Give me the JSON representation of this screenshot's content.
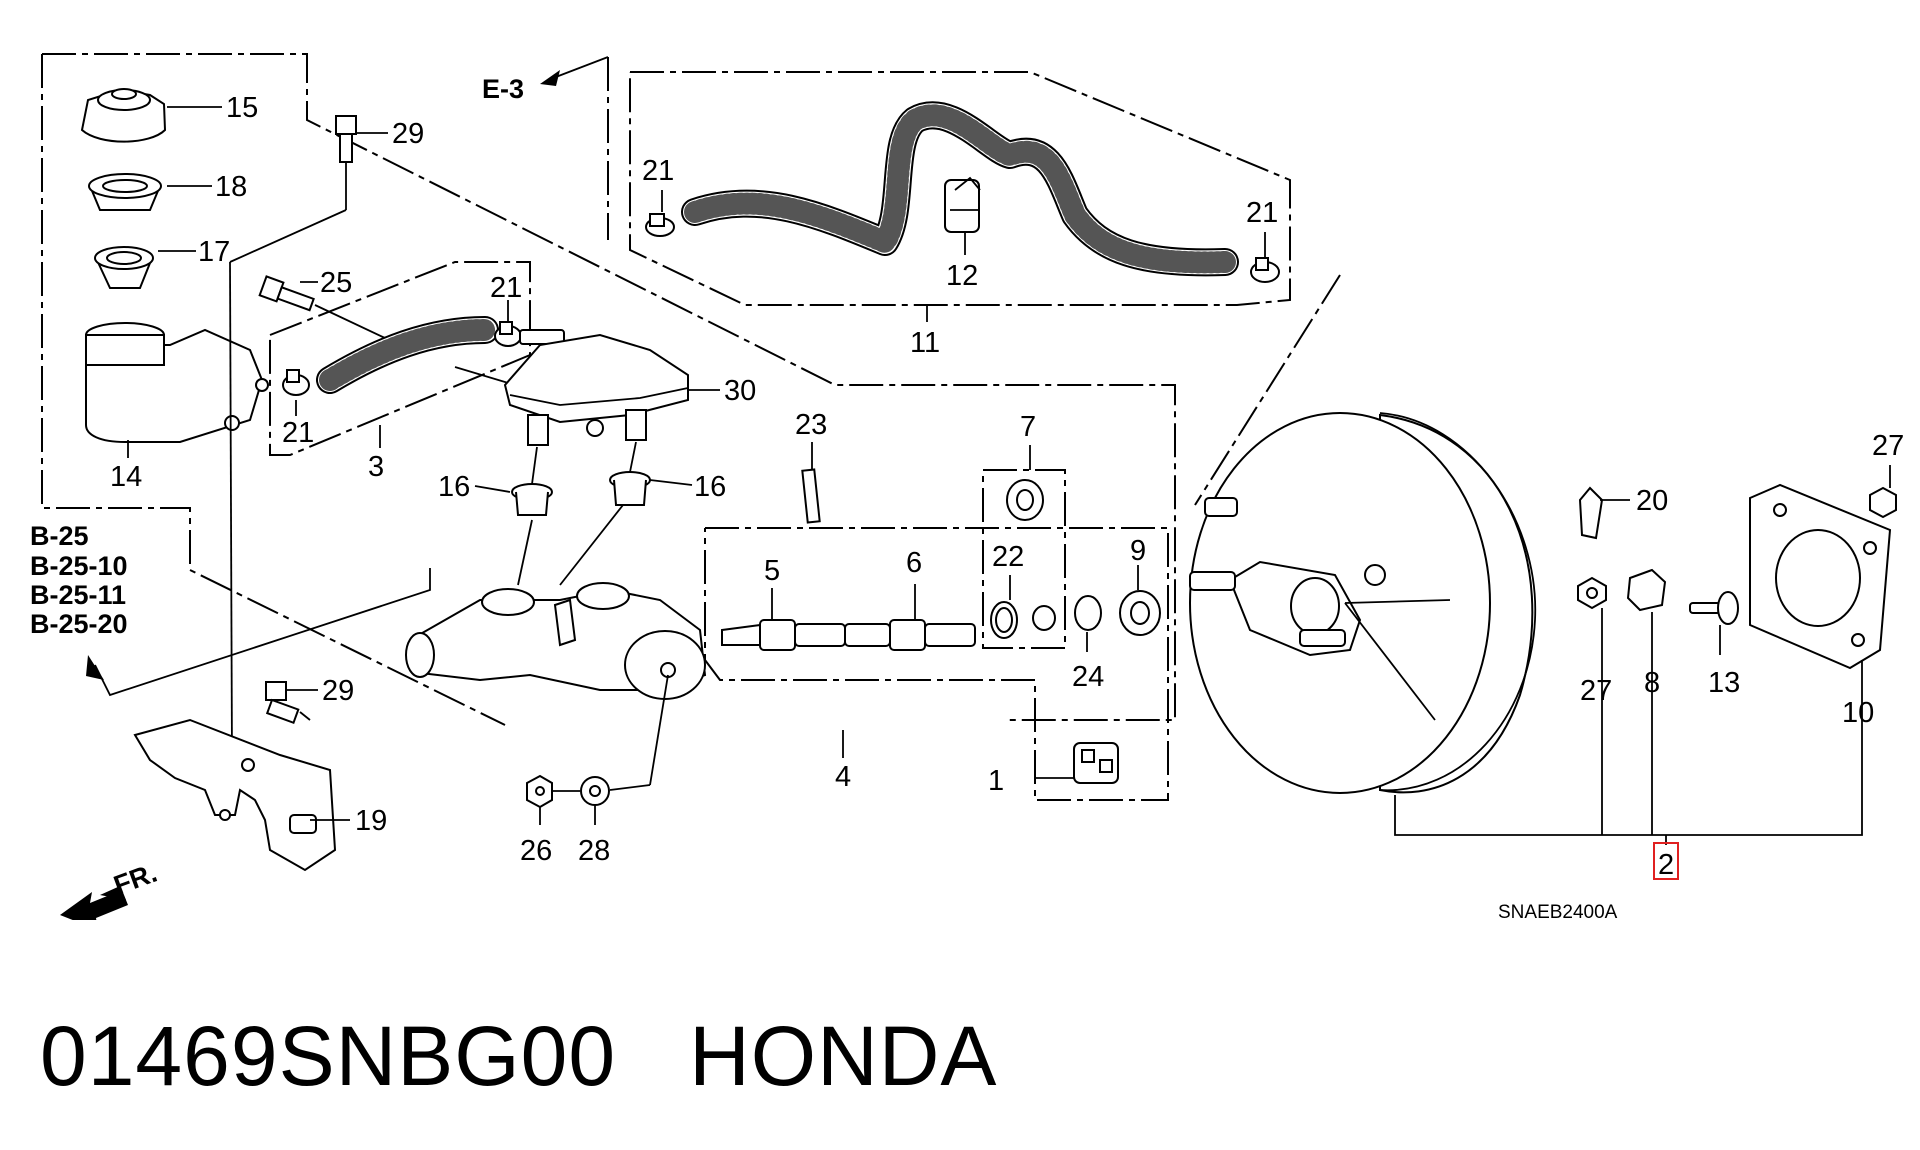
{
  "callouts": {
    "c1": "1",
    "c2": "2",
    "c3": "3",
    "c4": "4",
    "c5": "5",
    "c6": "6",
    "c7": "7",
    "c8": "8",
    "c9": "9",
    "c10": "10",
    "c11": "11",
    "c12": "12",
    "c13": "13",
    "c14": "14",
    "c15": "15",
    "c16a": "16",
    "c16b": "16",
    "c17": "17",
    "c18": "18",
    "c19": "19",
    "c20": "20",
    "c21a": "21",
    "c21b": "21",
    "c21c": "21",
    "c21d": "21",
    "c22": "22",
    "c23": "23",
    "c24": "24",
    "c25": "25",
    "c26": "26",
    "c27a": "27",
    "c27b": "27",
    "c28": "28",
    "c29a": "29",
    "c29b": "29",
    "c30": "30"
  },
  "references": {
    "e3": "E-3",
    "b25": "B-25",
    "b2510": "B-25-10",
    "b2511": "B-25-11",
    "b2520": "B-25-20",
    "front": "FR."
  },
  "diagram_code": "SNAEB2400A",
  "highlighted_callout": "2",
  "part_number": "01469SNBG00",
  "brand": "HONDA",
  "colors": {
    "highlight": "#e02020",
    "line": "#000000",
    "background": "#ffffff"
  }
}
